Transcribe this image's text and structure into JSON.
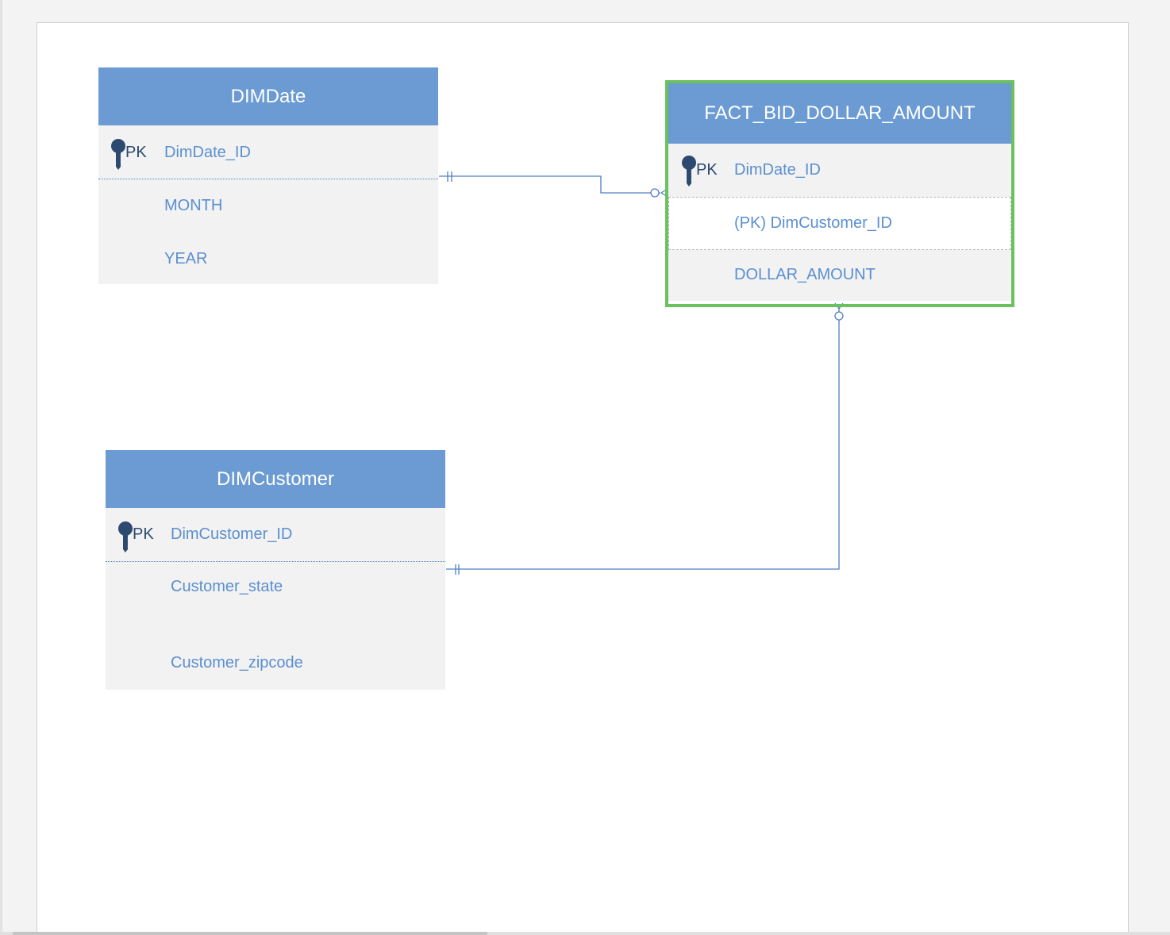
{
  "diagram": {
    "entities": {
      "dimdate": {
        "title": "DIMDate",
        "key_label": "PK",
        "key_attribute": "DimDate_ID",
        "attributes": [
          "MONTH",
          "YEAR"
        ]
      },
      "fact": {
        "title": "FACT_BID_DOLLAR_AMOUNT",
        "key_label": "PK",
        "key_attribute": "DimDate_ID",
        "key_attribute_2": "(PK) DimCustomer_ID",
        "attributes": [
          "DOLLAR_AMOUNT"
        ]
      },
      "dimcustomer": {
        "title": "DIMCustomer",
        "key_label": "PK",
        "key_attribute": "DimCustomer_ID",
        "attributes": [
          "Customer_state",
          "Customer_zipcode"
        ]
      }
    },
    "colors": {
      "header": "#6b9bd2",
      "row": "#f2f2f2",
      "attribute_text": "#5b8fd0",
      "key_icon": "#2c4a70",
      "connector": "#4f7fc2",
      "selection": "#6bc060"
    },
    "icons": {
      "key": "key-icon"
    },
    "relationships": [
      {
        "from": "DIMDate",
        "to": "FACT_BID_DOLLAR_AMOUNT",
        "from_end": "one-and-only-one",
        "to_end": "zero-or-many"
      },
      {
        "from": "DIMCustomer",
        "to": "FACT_BID_DOLLAR_AMOUNT",
        "from_end": "one-and-only-one",
        "to_end": "zero-or-many"
      }
    ]
  }
}
